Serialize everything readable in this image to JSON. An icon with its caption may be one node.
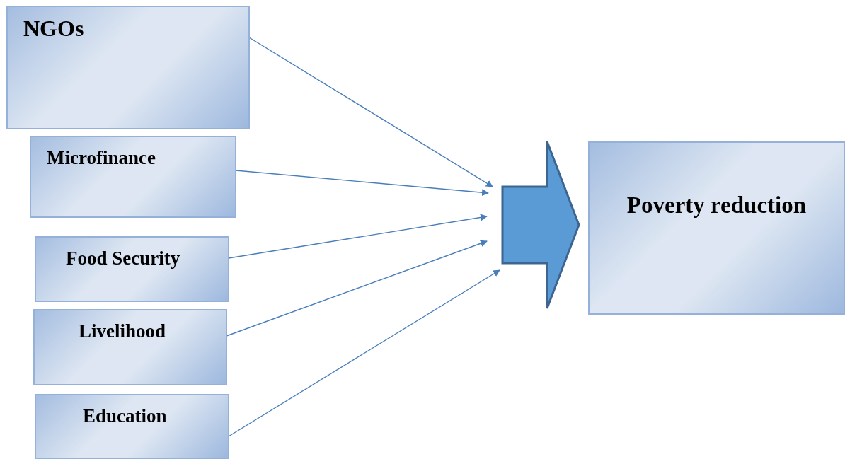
{
  "diagram": {
    "nodes": [
      {
        "text": [
          "NGOs"
        ]
      },
      {
        "text": [
          "Microfinance"
        ]
      },
      {
        "text": [
          "Food Security"
        ]
      },
      {
        "text": [
          "Livelihood"
        ]
      },
      {
        "text": [
          "Education"
        ]
      },
      {
        "text": [],
        "shape": "arrow"
      },
      {
        "text": [
          "Poverty reduction"
        ]
      }
    ],
    "edges": [
      {
        "from": 0,
        "to": 5,
        "arrow": "to"
      },
      {
        "from": 1,
        "to": 5,
        "arrow": "to"
      },
      {
        "from": 2,
        "to": 5,
        "arrow": "to"
      },
      {
        "from": 3,
        "to": 5,
        "arrow": "to"
      },
      {
        "from": 4,
        "to": 5,
        "arrow": "to"
      }
    ]
  }
}
